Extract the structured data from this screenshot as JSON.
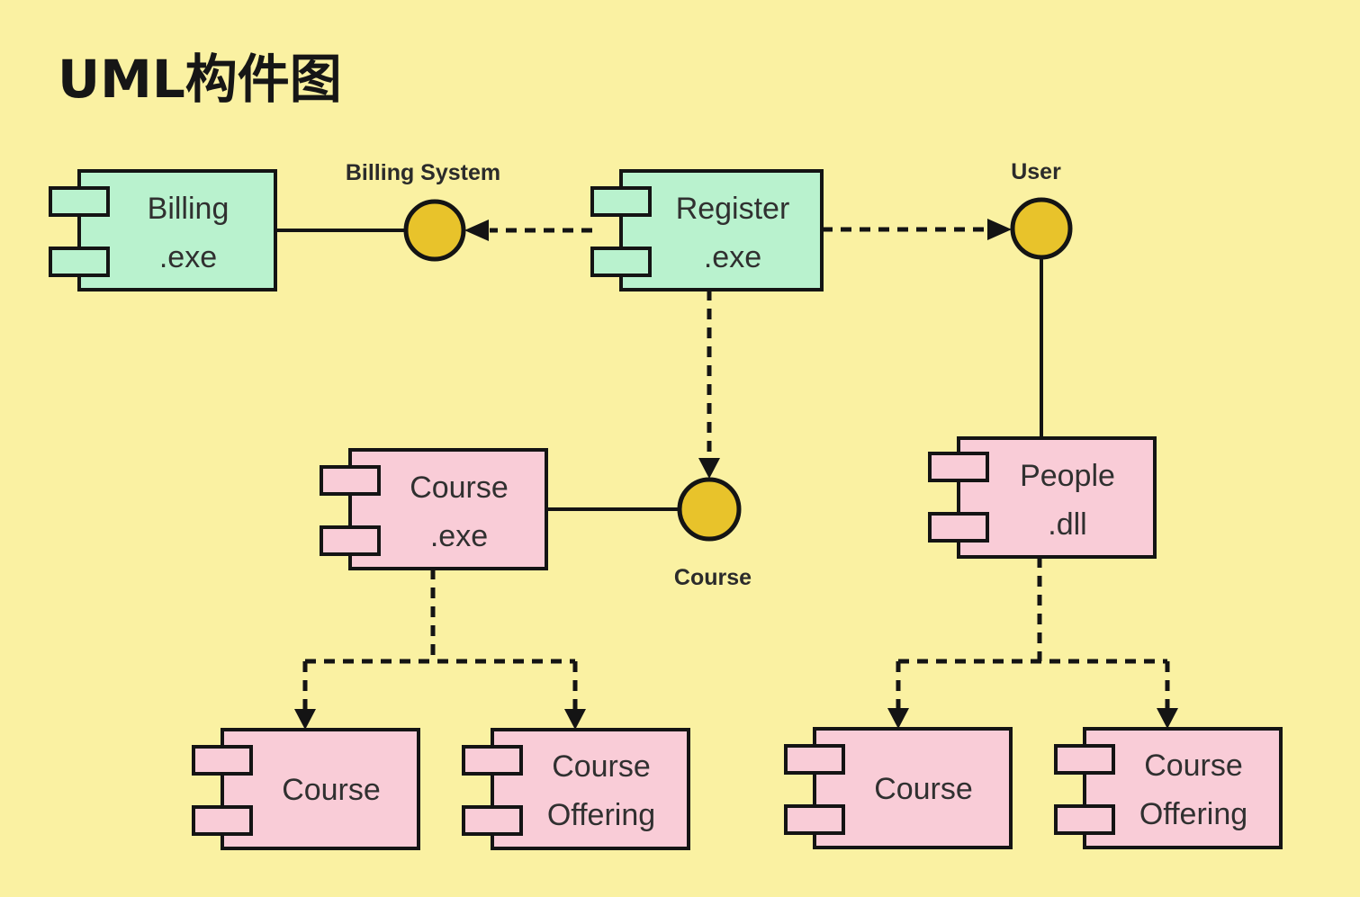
{
  "title": "UML构件图",
  "colors": {
    "background": "#FAF1A2",
    "component_green": "#B9F2CE",
    "component_pink": "#F9CCD7",
    "interface_gold": "#E8C32B",
    "stroke": "#141414",
    "component_text": "#303030",
    "label_text": "#2B2B2B"
  },
  "components": [
    {
      "id": "billing-exe",
      "lines": [
        "Billing",
        ".exe"
      ]
    },
    {
      "id": "register-exe",
      "lines": [
        "Register",
        ".exe"
      ]
    },
    {
      "id": "course-exe",
      "lines": [
        "Course",
        ".exe"
      ]
    },
    {
      "id": "people-dll",
      "lines": [
        "People",
        ".dll"
      ]
    },
    {
      "id": "course-bottom-left",
      "lines": [
        "Course"
      ]
    },
    {
      "id": "course-offering-bottom-left",
      "lines": [
        "Course",
        "Offering"
      ]
    },
    {
      "id": "course-bottom-right",
      "lines": [
        "Course"
      ]
    },
    {
      "id": "course-offering-bottom-right",
      "lines": [
        "Course",
        "Offering"
      ]
    }
  ],
  "interfaces": [
    {
      "id": "billing-system",
      "label": "Billing System"
    },
    {
      "id": "user",
      "label": "User"
    },
    {
      "id": "course",
      "label": "Course"
    }
  ]
}
